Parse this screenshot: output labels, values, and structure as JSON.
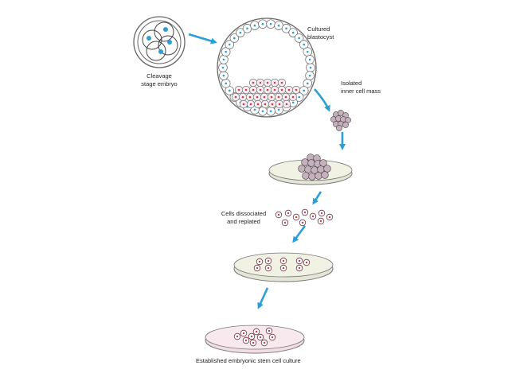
{
  "labels": {
    "cleavage_line1": "Cleavage",
    "cleavage_line2": "stage embryo",
    "blastocyst_line1": "Cultured",
    "blastocyst_line2": "blastocyst",
    "icm_line1": "Isolated",
    "icm_line2": "inner cell mass",
    "dissociated_line1": "Cells dissociated",
    "dissociated_line2": "and replated",
    "established": "Established embryonic stem cell culture"
  },
  "colors": {
    "arrow": "#2a9fd6",
    "outline": "#555555",
    "nucleus_blue": "#2a9fd6",
    "nucleus_red": "#d23a4a",
    "dish_rim": "#e6e6d8",
    "dish_base": "#f1f1e4",
    "stem_dish_rim": "#f2dde6",
    "stem_dish_base": "#f8e9ef",
    "icm_cell": "#c7b0bd",
    "cell_fill": "#ece3e8"
  }
}
